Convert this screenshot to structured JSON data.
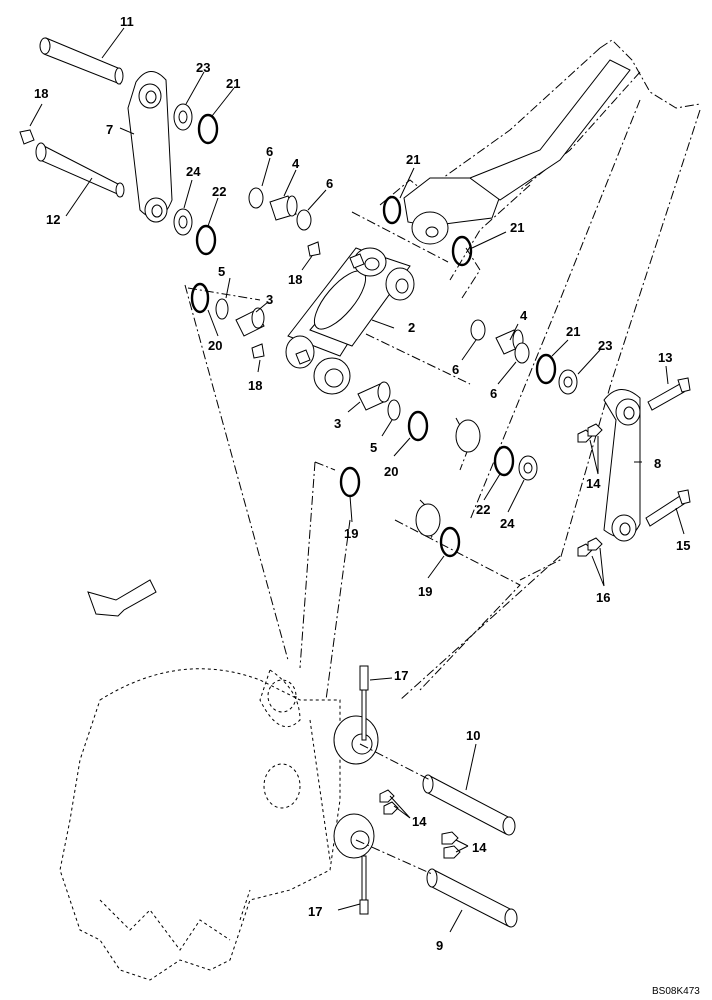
{
  "diagram": {
    "reference_code": "BS08K473",
    "callouts": [
      "11",
      "23",
      "21",
      "18",
      "7",
      "12",
      "24",
      "22",
      "6",
      "4",
      "6",
      "21",
      "21",
      "18",
      "5",
      "3",
      "2",
      "20",
      "18",
      "3",
      "5",
      "6",
      "4",
      "21",
      "23",
      "13",
      "6",
      "20",
      "14",
      "8",
      "22",
      "19",
      "24",
      "15",
      "19",
      "16",
      "17",
      "10",
      "14",
      "14",
      "17",
      "9"
    ]
  }
}
